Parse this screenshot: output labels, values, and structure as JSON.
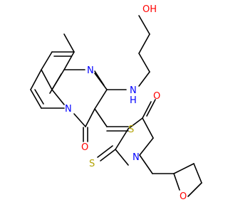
{
  "molecule": {
    "colors": {
      "carbon_bond": "#000000",
      "nitrogen": "#0000ff",
      "oxygen": "#ff0000",
      "sulfur": "#b2a200"
    },
    "atom_labels": {
      "hydroxyl": "OH",
      "amine_nh": "N",
      "amine_h": "H",
      "pyrimidine_n": "N",
      "pyridine_n": "N",
      "pyridone_o": "O",
      "ring_s": "S",
      "ring_n": "N",
      "ring_o": "O",
      "thione_s": "S",
      "thf_o": "O"
    }
  }
}
